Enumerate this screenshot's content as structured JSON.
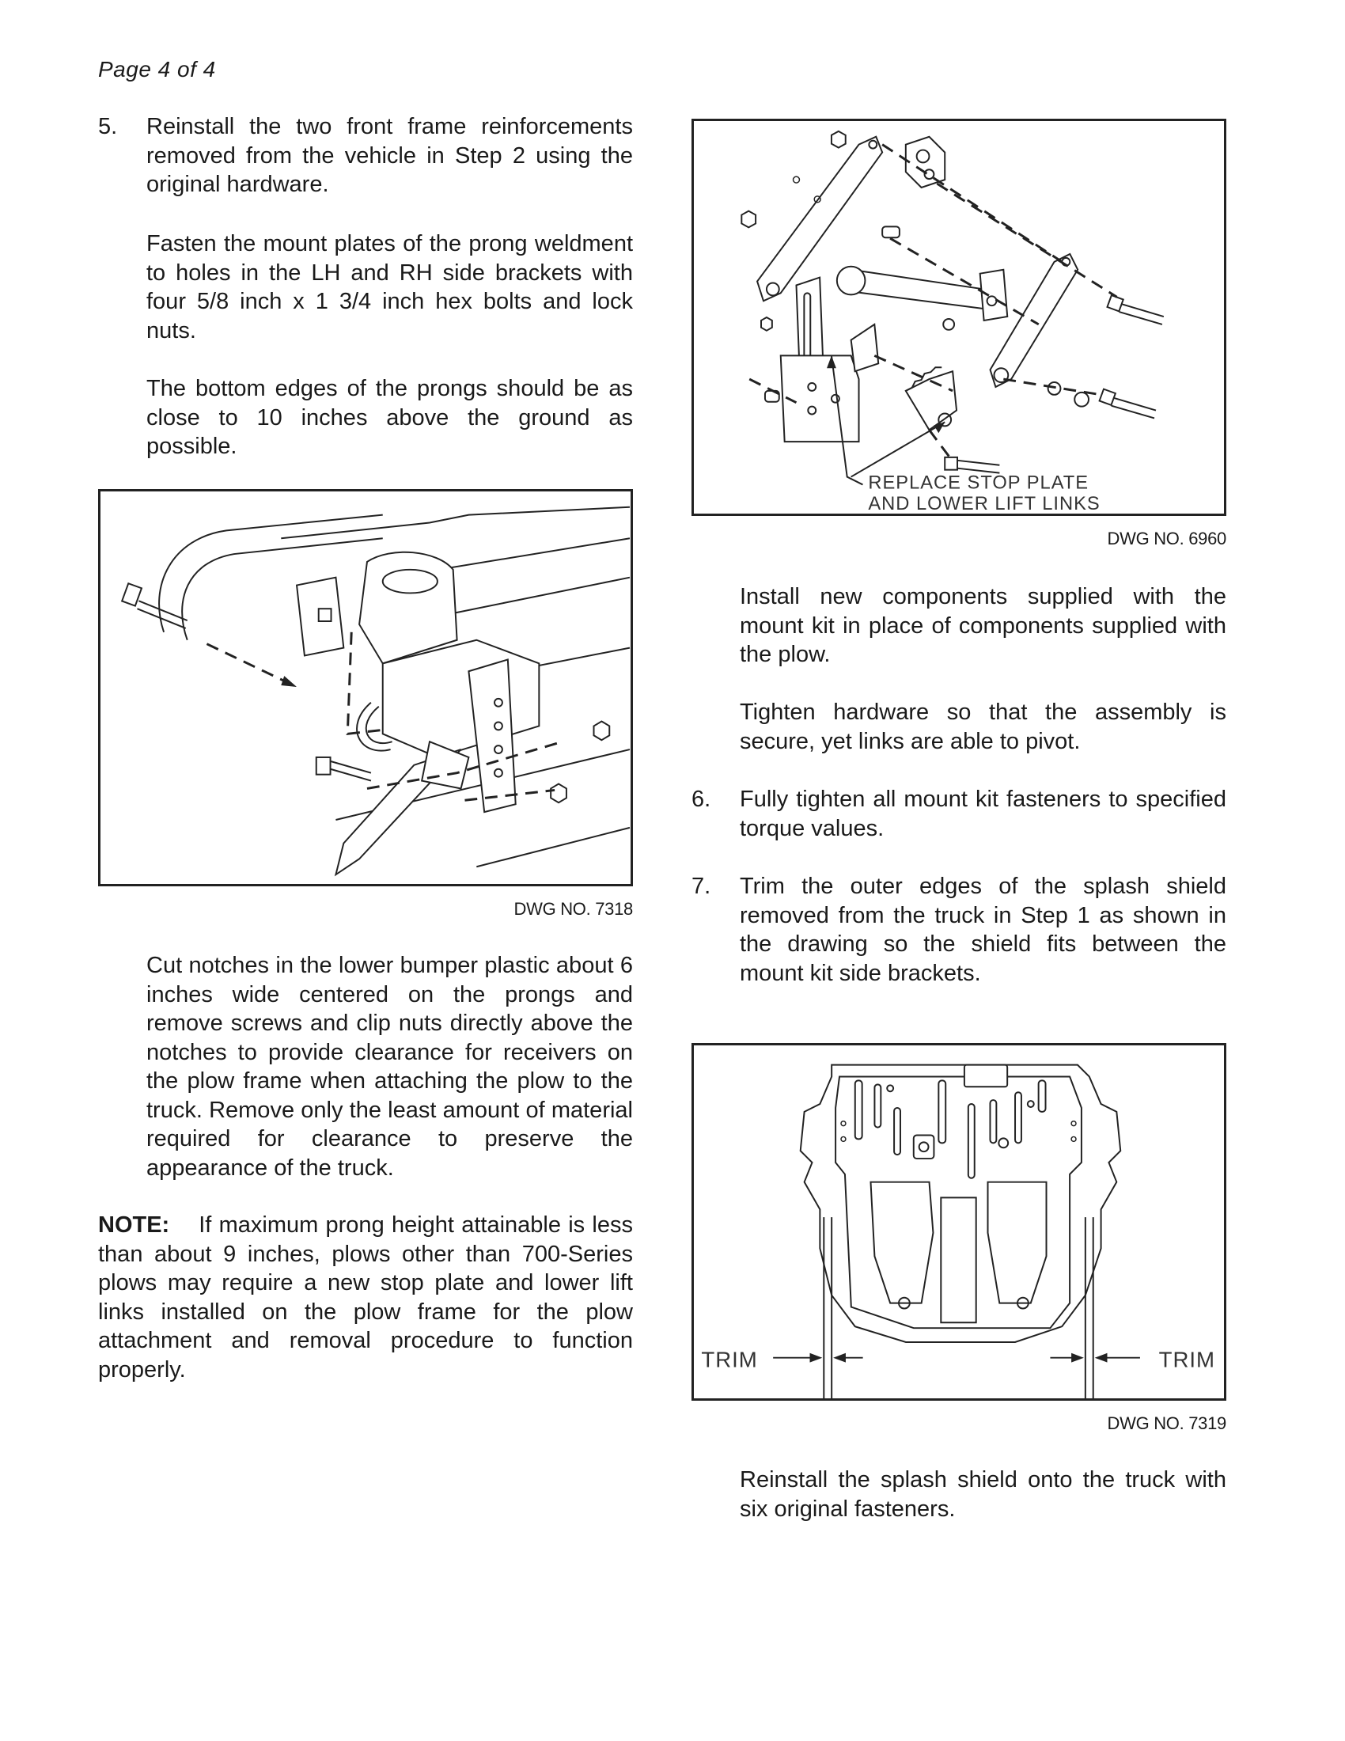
{
  "header": {
    "page_label": "Page  4 of 4"
  },
  "left": {
    "step5": {
      "number": "5.",
      "p1": "Reinstall the two front frame reinforcements removed from the vehicle in Step 2 using the original hardware.",
      "p2": "Fasten the mount plates of the prong weldment to holes in the LH and RH side brackets with four 5/8 inch x 1 3/4 inch hex bolts and lock nuts.",
      "p3": "The bottom edges of the prongs should be as close to 10 inches above the ground as possible."
    },
    "figure1": {
      "dwg": "DWG NO. 7318"
    },
    "p4": "Cut notches in the lower bumper plastic about 6 inches wide centered on the prongs and remove screws and clip nuts directly above the notches to provide clearance for receivers on the plow frame when attaching the plow to the truck.  Remove only the least amount of material required for clearance to preserve the appearance of the truck.",
    "note": {
      "label": "NOTE:",
      "text": "If maximum prong height attainable is less than about 9 inches, plows other than 700-Series plows may require a new stop plate and lower lift links installed on the plow frame for the plow attachment and removal procedure to function properly."
    }
  },
  "right": {
    "figure2": {
      "label_line1": "REPLACE STOP PLATE",
      "label_line2": "AND LOWER LIFT LINKS",
      "dwg": "DWG NO. 6960"
    },
    "p1": "Install new components supplied with the mount kit in place of components supplied with the plow.",
    "p2": "Tighten hardware so that the assembly is secure, yet links are able to pivot.",
    "step6": {
      "number": "6.",
      "text": "Fully tighten all mount kit fasteners to specified torque values."
    },
    "step7": {
      "number": "7.",
      "text": "Trim the outer edges of the splash shield removed from the truck in Step 1 as shown in the drawing so the shield fits between the mount kit side brackets."
    },
    "figure3": {
      "trim_left": "TRIM",
      "trim_right": "TRIM",
      "dwg": "DWG NO. 7319"
    },
    "p3": "Reinstall the splash shield onto the truck with six original fasteners."
  }
}
